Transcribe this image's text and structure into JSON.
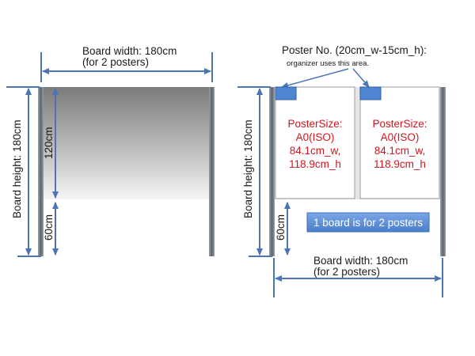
{
  "left_panel": {
    "width_label_line1": "Board width: 180cm",
    "width_label_line2": "(for 2 posters)",
    "height_label": "Board height: 180cm",
    "board_section_label": "120cm",
    "leg_section_label": "60cm"
  },
  "right_panel": {
    "poster_no_label": "Poster No. (20cm_w-15cm_h):",
    "organizer_note": "organizer uses this area.",
    "height_label": "Board height: 180cm",
    "leg_section_label": "60cm",
    "width_label_line1": "Board width: 180cm",
    "width_label_line2": "(for 2 posters)",
    "posters": [
      {
        "line1": "PosterSize:",
        "line2": "A0(ISO)",
        "line3": "84.1cm_w,",
        "line4": "118.9cm_h"
      },
      {
        "line1": "PosterSize:",
        "line2": "A0(ISO)",
        "line3": "84.1cm_w,",
        "line4": "118.9cm_h"
      }
    ],
    "board_note": "1 board is for 2 posters"
  },
  "colors": {
    "arrow": "#4a74b4",
    "poster_text": "#d4141c",
    "note_fill": "#5b8fd8",
    "poster_tag_fill": "#4f86d2",
    "post": "#7a8088"
  }
}
